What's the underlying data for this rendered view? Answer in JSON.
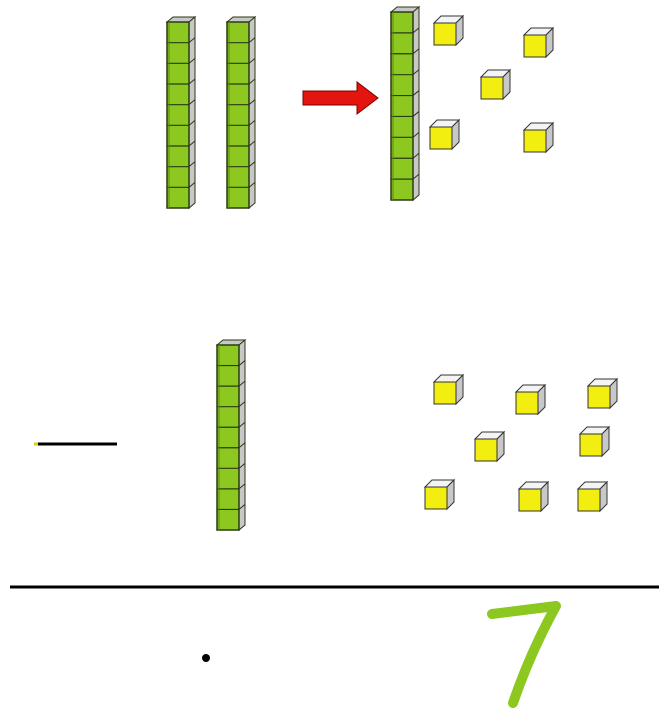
{
  "problem": {
    "operation": "subtraction",
    "minuend": {
      "tens_rods": 2,
      "regrouped_tens_rods": 1,
      "regrouped_ones_cubes": 5
    },
    "subtrahend": {
      "tens_rods": 1,
      "ones_cubes": 8
    },
    "answer": {
      "tens_digit": "",
      "ones_digit": "7"
    }
  },
  "colors": {
    "rod_face": "#8cc820",
    "rod_edge": "#2a3a12",
    "rod_side": "#c8c8c8",
    "cube_face": "#f2ee10",
    "cube_top": "#f4f4f4",
    "cube_side": "#c8c8c8",
    "arrow": "#e4140e",
    "answer_digit": "#8cc820",
    "line": "#000000"
  },
  "icons": {
    "regroup_arrow": "right-arrow-icon",
    "minus_sign": "minus-sign-icon"
  }
}
